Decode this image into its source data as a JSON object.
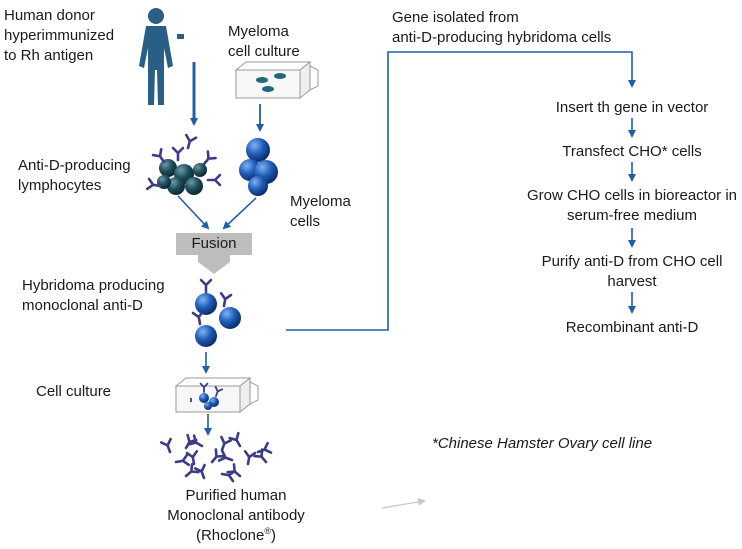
{
  "labels": {
    "donor_line1": "Human donor",
    "donor_line2": "hyperimmunized",
    "donor_line3": "to Rh antigen",
    "myeloma_culture_line1": "Myeloma",
    "myeloma_culture_line2": "cell culture",
    "lymphocytes_line1": "Anti-D-producing",
    "lymphocytes_line2": "lymphocytes",
    "myeloma_cells_line1": "Myeloma",
    "myeloma_cells_line2": "cells",
    "fusion": "Fusion",
    "hybridoma_line1": "Hybridoma producing",
    "hybridoma_line2": "monoclonal anti-D",
    "cell_culture": "Cell culture",
    "purified_line1": "Purified human",
    "purified_line2": "Monoclonal antibody",
    "purified_line3_prefix": "(Rhoclone",
    "purified_line3_reg": "®",
    "purified_line3_suffix": ")",
    "gene_line1": "Gene isolated from",
    "gene_line2": "anti-D-producing hybridoma cells",
    "step_insert": "Insert th gene in vector",
    "step_transfect": "Transfect CHO* cells",
    "step_grow_line1": "Grow CHO cells in bioreactor in",
    "step_grow_line2": "serum-free medium",
    "step_purify_line1": "Purify anti-D from CHO cell",
    "step_purify_line2": "harvest",
    "step_recombinant": "Recombinant anti-D",
    "footnote": "*Chinese Hamster Ovary cell line"
  },
  "colors": {
    "arrow_blue": "#1f5fa8",
    "cell_blue": "#1e5bb8",
    "cell_teal": "#1f4e5a",
    "antibody": "#3b3b8a",
    "donor_silhouette": "#2a5f85",
    "fusion_gray": "#bdbdbd"
  },
  "icons": [
    "human-silhouette-icon",
    "culture-dish-icon",
    "lymphocyte-cluster-icon",
    "myeloma-cells-icon",
    "hybridoma-cells-icon",
    "antibody-scatter-icon"
  ]
}
